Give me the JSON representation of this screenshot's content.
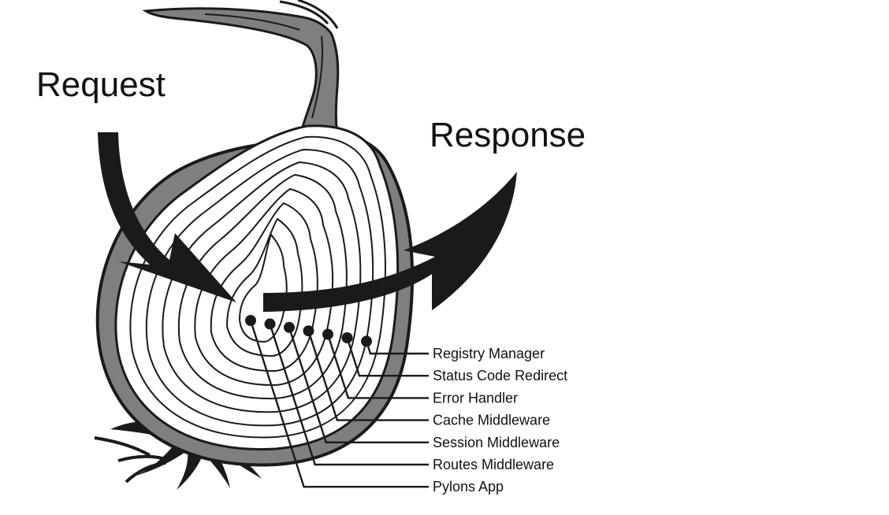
{
  "diagram": {
    "request_label": "Request",
    "response_label": "Response",
    "layers": [
      {
        "label": "Registry Manager"
      },
      {
        "label": "Status Code Redirect"
      },
      {
        "label": "Error Handler"
      },
      {
        "label": "Cache Middleware"
      },
      {
        "label": "Session Middleware"
      },
      {
        "label": "Routes Middleware"
      },
      {
        "label": "Pylons App"
      }
    ]
  },
  "colors": {
    "skin": "#7f7f7f",
    "outline": "#1a1a1a",
    "flesh": "#ffffff",
    "arrow": "#1a1a1a",
    "background": "#ffffff"
  }
}
